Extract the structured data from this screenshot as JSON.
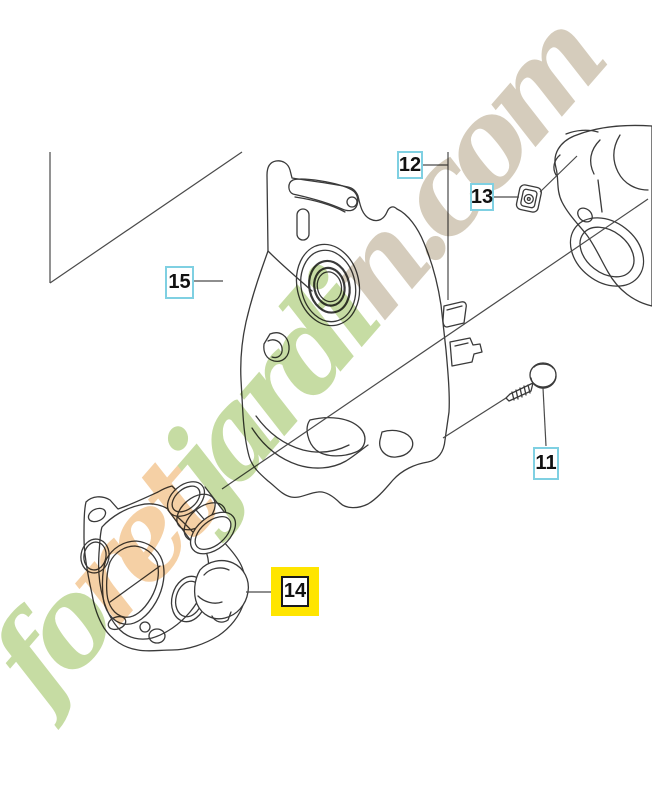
{
  "page": {
    "background": "#ffffff",
    "type": "exploded-parts-diagram"
  },
  "watermark": {
    "text": "foretjardin.com",
    "letters": [
      {
        "ch": "f",
        "color": "#b8d38c"
      },
      {
        "ch": "o",
        "color": "#b8d38c"
      },
      {
        "ch": "r",
        "color": "#f3c48e"
      },
      {
        "ch": "e",
        "color": "#f3c48e"
      },
      {
        "ch": "t",
        "color": "#f3c48e"
      },
      {
        "ch": "j",
        "color": "#b8d38c"
      },
      {
        "ch": "a",
        "color": "#b8d38c"
      },
      {
        "ch": "r",
        "color": "#b8d38c"
      },
      {
        "ch": "d",
        "color": "#b8d38c"
      },
      {
        "ch": "i",
        "color": "#b8d38c"
      },
      {
        "ch": "n",
        "color": "#cbc0ab"
      },
      {
        "ch": ".",
        "color": "#cbc0ab"
      },
      {
        "ch": "c",
        "color": "#cbc0ab"
      },
      {
        "ch": "o",
        "color": "#cbc0ab"
      },
      {
        "ch": "m",
        "color": "#cbc0ab"
      }
    ]
  },
  "diagram": {
    "labels": [
      {
        "number": "12",
        "highlighted": false
      },
      {
        "number": "13",
        "highlighted": false
      },
      {
        "number": "15",
        "highlighted": false
      },
      {
        "number": "11",
        "highlighted": false
      },
      {
        "number": "14",
        "highlighted": true
      }
    ],
    "colors": {
      "label_border": "#7fd0e2",
      "label_bg": "#ffffff",
      "label_text": "#111111",
      "highlight_bg": "#ffe500",
      "line": "#3a3a3a"
    }
  }
}
